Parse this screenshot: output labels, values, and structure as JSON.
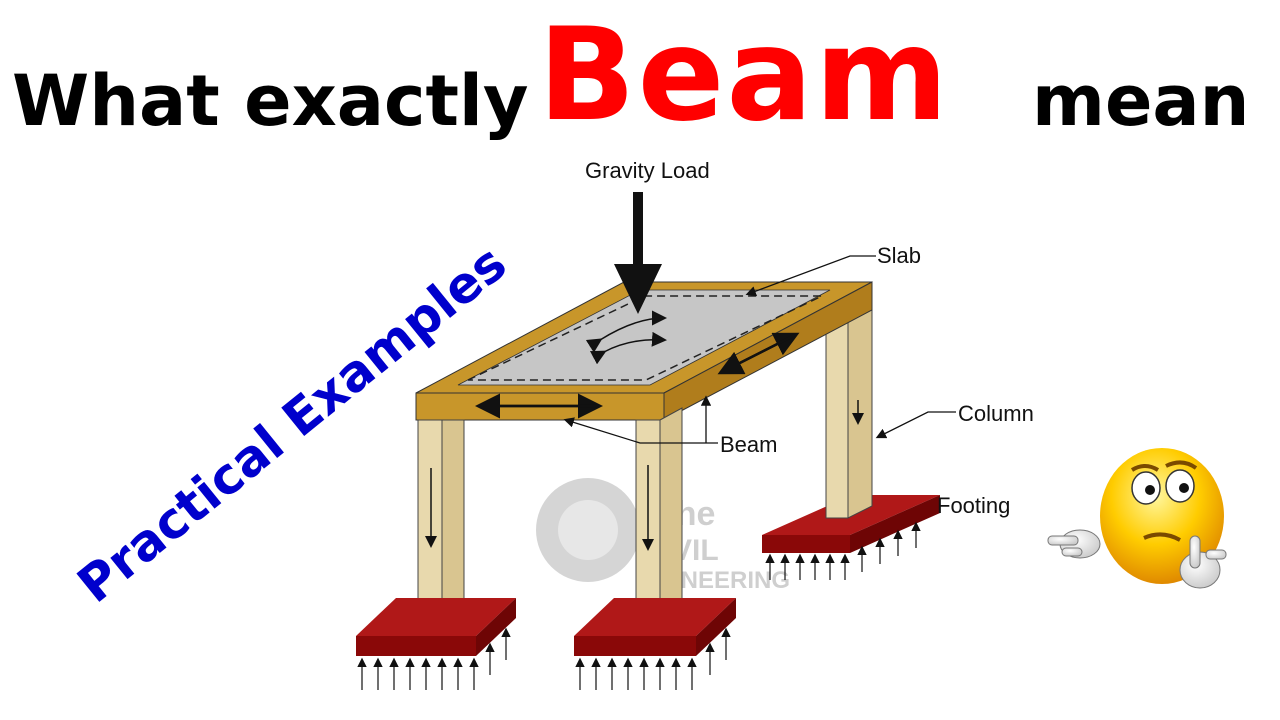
{
  "title": {
    "part1": "What exactly",
    "highlight": "Beam",
    "part2": "mean"
  },
  "subtitle": "Practical Examples",
  "diagram": {
    "labels": {
      "gravity_load": "Gravity Load",
      "slab": "Slab",
      "column": "Column",
      "beam": "Beam",
      "footing": "Footing"
    },
    "watermark": {
      "line1": "The",
      "line2": "VIL",
      "line3": "NGINEERING"
    },
    "colors": {
      "beam": "#c8962a",
      "slab": "#c6c6c6",
      "column": "#e8d9ad",
      "footing": "#9b0a0a",
      "highlight": "#ff0000",
      "subtitle": "#0000cc"
    }
  },
  "emoji": "thinking-emoji"
}
